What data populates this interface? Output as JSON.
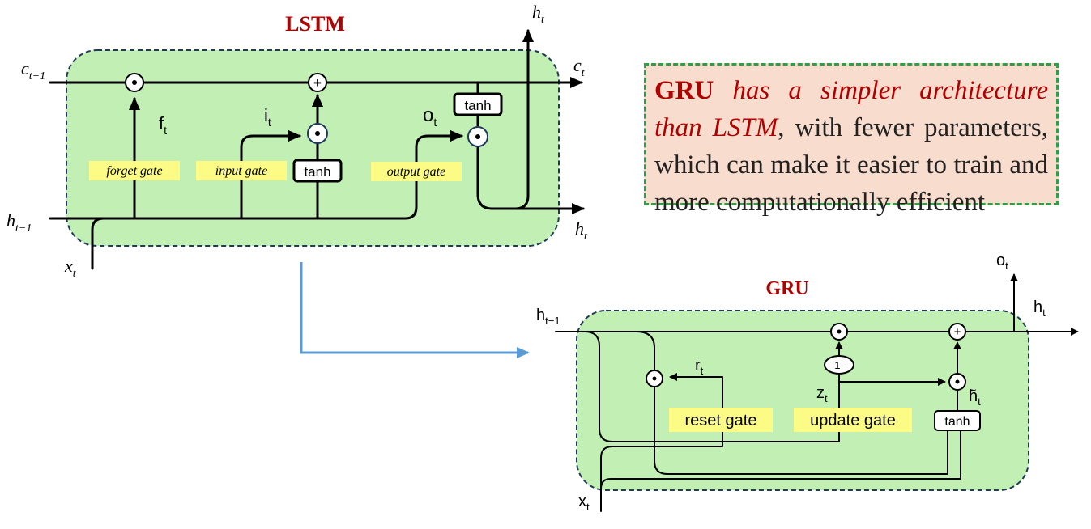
{
  "lstm": {
    "title": "LSTM",
    "c_in": "c",
    "c_in_sub": "t−1",
    "c_out": "c",
    "c_out_sub": "t",
    "h_in": "h",
    "h_in_sub": "t−1",
    "h_top": "h",
    "h_top_sub": "t",
    "h_right": "h",
    "h_right_sub": "t",
    "x_in": "x",
    "x_in_sub": "t",
    "f_label": "f",
    "f_sub": "t",
    "i_label": "i",
    "i_sub": "t",
    "o_label": "o",
    "o_sub": "t",
    "forget_gate": "forget gate",
    "input_gate": "input gate",
    "output_gate": "output gate",
    "tanh1": "tanh",
    "tanh2": "tanh",
    "mul": "⊙",
    "add": "+"
  },
  "note": {
    "hl": "GRU",
    "em": "has a simpler architecture than LSTM",
    "rest": ", with fewer parameters, which can make it easier to train and more computationally efficient"
  },
  "gru": {
    "title": "GRU",
    "h_in": "h",
    "h_in_sub": "t−1",
    "h_out": "h",
    "h_out_sub": "t",
    "o_out": "o",
    "o_out_sub": "t",
    "x_in": "x",
    "x_in_sub": "t",
    "r_label": "r",
    "r_sub": "t",
    "z_label": "z",
    "z_sub": "t",
    "htilde": "h̃",
    "htilde_sub": "t",
    "reset_gate": "reset gate",
    "update_gate": "update gate",
    "one_minus": "1-",
    "tanh": "tanh",
    "mul": "⊙",
    "add": "+"
  },
  "colors": {
    "cell_fill": "#c2f0b4",
    "title_red": "#b00000",
    "gate_label_bg": "#fbfb86",
    "arrow_blue": "#5b9bd5",
    "note_bg": "#f8dccd",
    "note_border": "#2e9e48"
  }
}
